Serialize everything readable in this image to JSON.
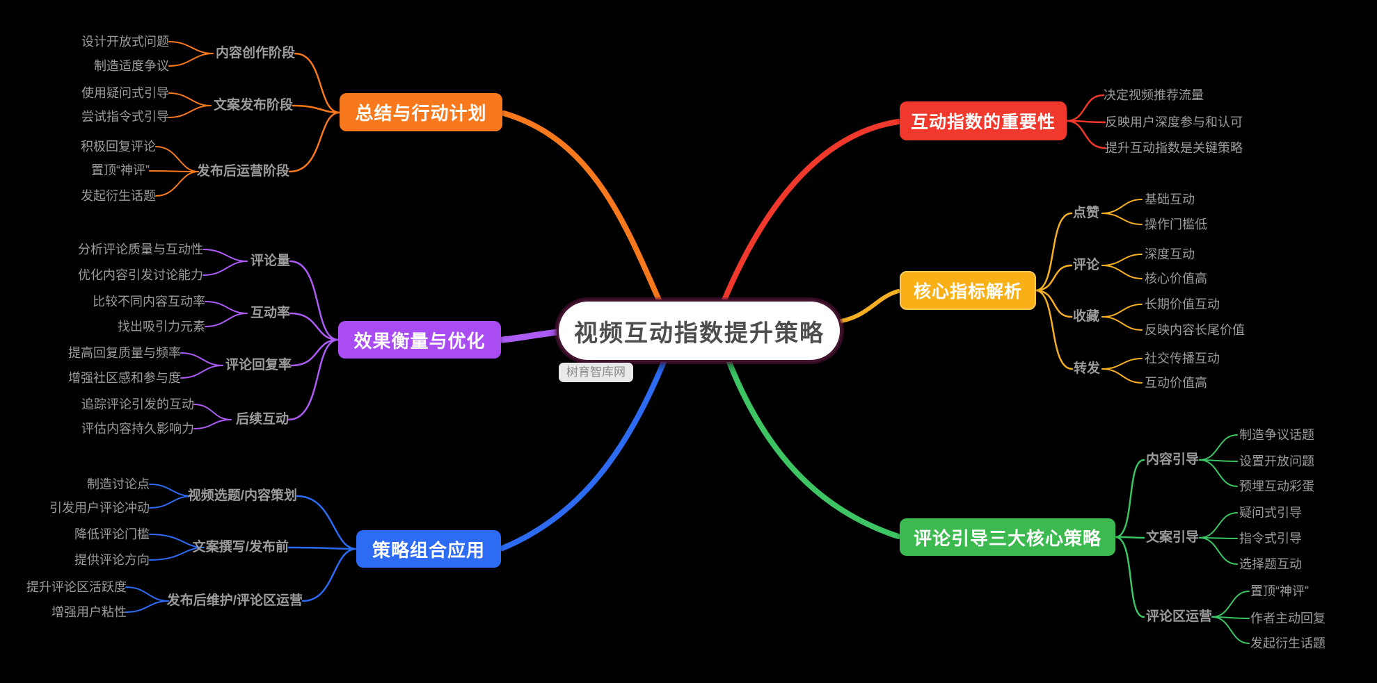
{
  "central": {
    "title": "视频互动指数提升策略",
    "watermark": "树育智库网"
  },
  "colors": {
    "importance_red": "#F0392C",
    "metrics_yellow": "#F9AF16",
    "guide_green": "#3CB94F",
    "summary_orange": "#F8791D",
    "measure_purple": "#A94DF2",
    "combo_blue": "#2C6BF2",
    "text_gray": "#9C9C9C",
    "central_text": "#4D4D4D"
  },
  "branches": {
    "importance": {
      "label": "互动指数的重要性",
      "leaves": [
        "决定视频推荐流量",
        "反映用户深度参与和认可",
        "提升互动指数是关键策略"
      ]
    },
    "metrics": {
      "label": "核心指标解析",
      "children": [
        {
          "label": "点赞",
          "leaves": [
            "基础互动",
            "操作门槛低"
          ]
        },
        {
          "label": "评论",
          "leaves": [
            "深度互动",
            "核心价值高"
          ]
        },
        {
          "label": "收藏",
          "leaves": [
            "长期价值互动",
            "反映内容长尾价值"
          ]
        },
        {
          "label": "转发",
          "leaves": [
            "社交传播互动",
            "互动价值高"
          ]
        }
      ]
    },
    "guide": {
      "label": "评论引导三大核心策略",
      "children": [
        {
          "label": "内容引导",
          "leaves": [
            "制造争议话题",
            "设置开放问题",
            "预埋互动彩蛋"
          ]
        },
        {
          "label": "文案引导",
          "leaves": [
            "疑问式引导",
            "指令式引导",
            "选择题互动"
          ]
        },
        {
          "label": "评论区运营",
          "leaves": [
            "置顶“神评”",
            "作者主动回复",
            "发起衍生话题"
          ]
        }
      ]
    },
    "summary": {
      "label": "总结与行动计划",
      "children": [
        {
          "label": "内容创作阶段",
          "leaves": [
            "设计开放式问题",
            "制造适度争议"
          ]
        },
        {
          "label": "文案发布阶段",
          "leaves": [
            "使用疑问式引导",
            "尝试指令式引导"
          ]
        },
        {
          "label": "发布后运营阶段",
          "leaves": [
            "积极回复评论",
            "置顶“神评”",
            "发起衍生话题"
          ]
        }
      ]
    },
    "measure": {
      "label": "效果衡量与优化",
      "children": [
        {
          "label": "评论量",
          "leaves": [
            "分析评论质量与互动性",
            "优化内容引发讨论能力"
          ]
        },
        {
          "label": "互动率",
          "leaves": [
            "比较不同内容互动率",
            "找出吸引力元素"
          ]
        },
        {
          "label": "评论回复率",
          "leaves": [
            "提高回复质量与频率",
            "增强社区感和参与度"
          ]
        },
        {
          "label": "后续互动",
          "leaves": [
            "追踪评论引发的互动",
            "评估内容持久影响力"
          ]
        }
      ]
    },
    "combo": {
      "label": "策略组合应用",
      "children": [
        {
          "label": "视频选题/内容策划",
          "leaves": [
            "制造讨论点",
            "引发用户评论冲动"
          ]
        },
        {
          "label": "文案撰写/发布前",
          "leaves": [
            "降低评论门槛",
            "提供评论方向"
          ]
        },
        {
          "label": "发布后维护/评论区运营",
          "leaves": [
            "提升评论区活跃度",
            "增强用户粘性"
          ]
        }
      ]
    }
  }
}
